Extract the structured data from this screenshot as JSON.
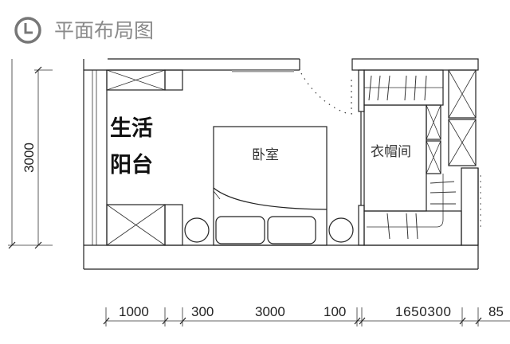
{
  "header": {
    "icon": "clock-icon",
    "title": "平面布局图"
  },
  "rooms": {
    "balcony_line1": "生活",
    "balcony_line2": "阳台",
    "bedroom": "卧室",
    "cloakroom": "衣帽间"
  },
  "dimensions": {
    "vertical": "3000",
    "horizontal": [
      "1000",
      "300",
      "3000",
      "100",
      "1650300",
      "85"
    ]
  }
}
